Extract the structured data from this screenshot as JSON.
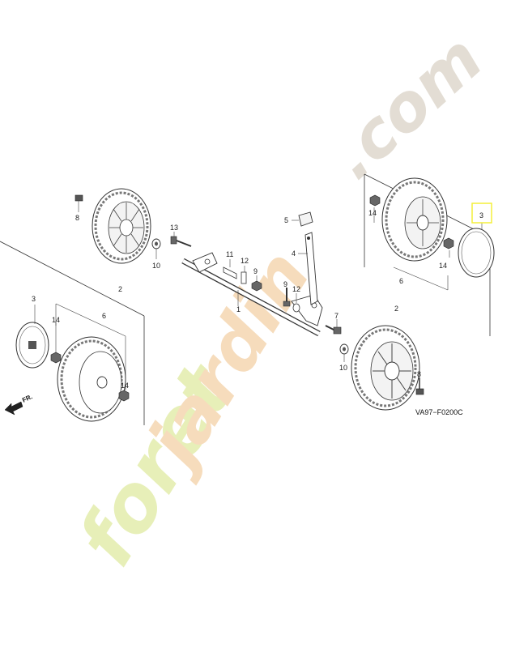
{
  "diagram_code": "VA97−F0200C",
  "front_label": "FR.",
  "watermark": {
    "text_1": "foret",
    "text_2": "jardin",
    "text_3": ".com",
    "color_1": "#e7efb8",
    "color_2": "#f6dcbc",
    "color_3": "#e3ddd4"
  },
  "highlight_color": "#f4ef3a",
  "parts": {
    "p1": "1",
    "p2_left": "2",
    "p2_right": "2",
    "p3_left": "3",
    "p3_right": "3",
    "p4": "4",
    "p5": "5",
    "p6_left": "6",
    "p6_right": "6",
    "p7": "7",
    "p8_top": "8",
    "p8_bottom": "8",
    "p9_a": "9",
    "p9_b": "9",
    "p10_top": "10",
    "p10_bottom": "10",
    "p11": "11",
    "p12_a": "12",
    "p12_b": "12",
    "p13": "13",
    "p14_left_a": "14",
    "p14_left_b": "14",
    "p14_right_a": "14",
    "p14_right_b": "14"
  }
}
